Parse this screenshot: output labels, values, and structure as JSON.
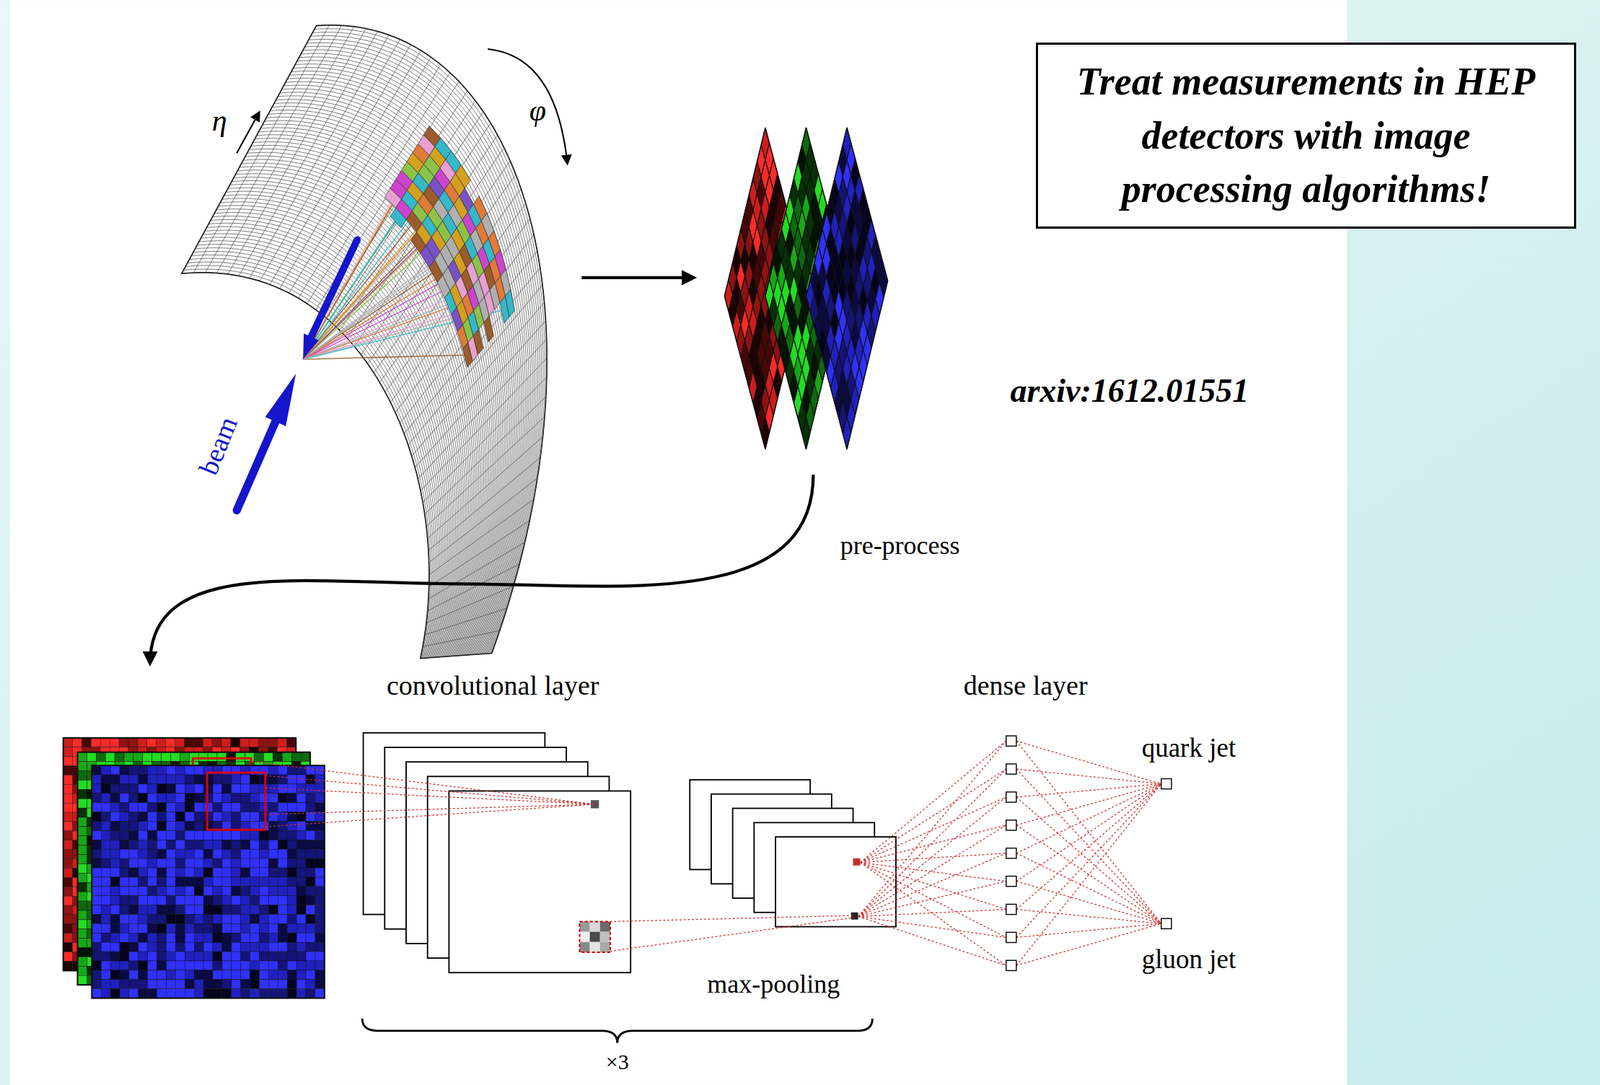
{
  "diagram": {
    "nodes": [
      {
        "text": [
          "Treat measurements in HEP detectors with image processing algorithms!"
        ]
      }
    ],
    "labels": [
      "η",
      "φ",
      "beam",
      "arxiv:1612.01551",
      "pre-process",
      "convolutional layer",
      "max-pooling",
      "dense layer",
      "quark jet",
      "gluon jet",
      "×3"
    ]
  }
}
